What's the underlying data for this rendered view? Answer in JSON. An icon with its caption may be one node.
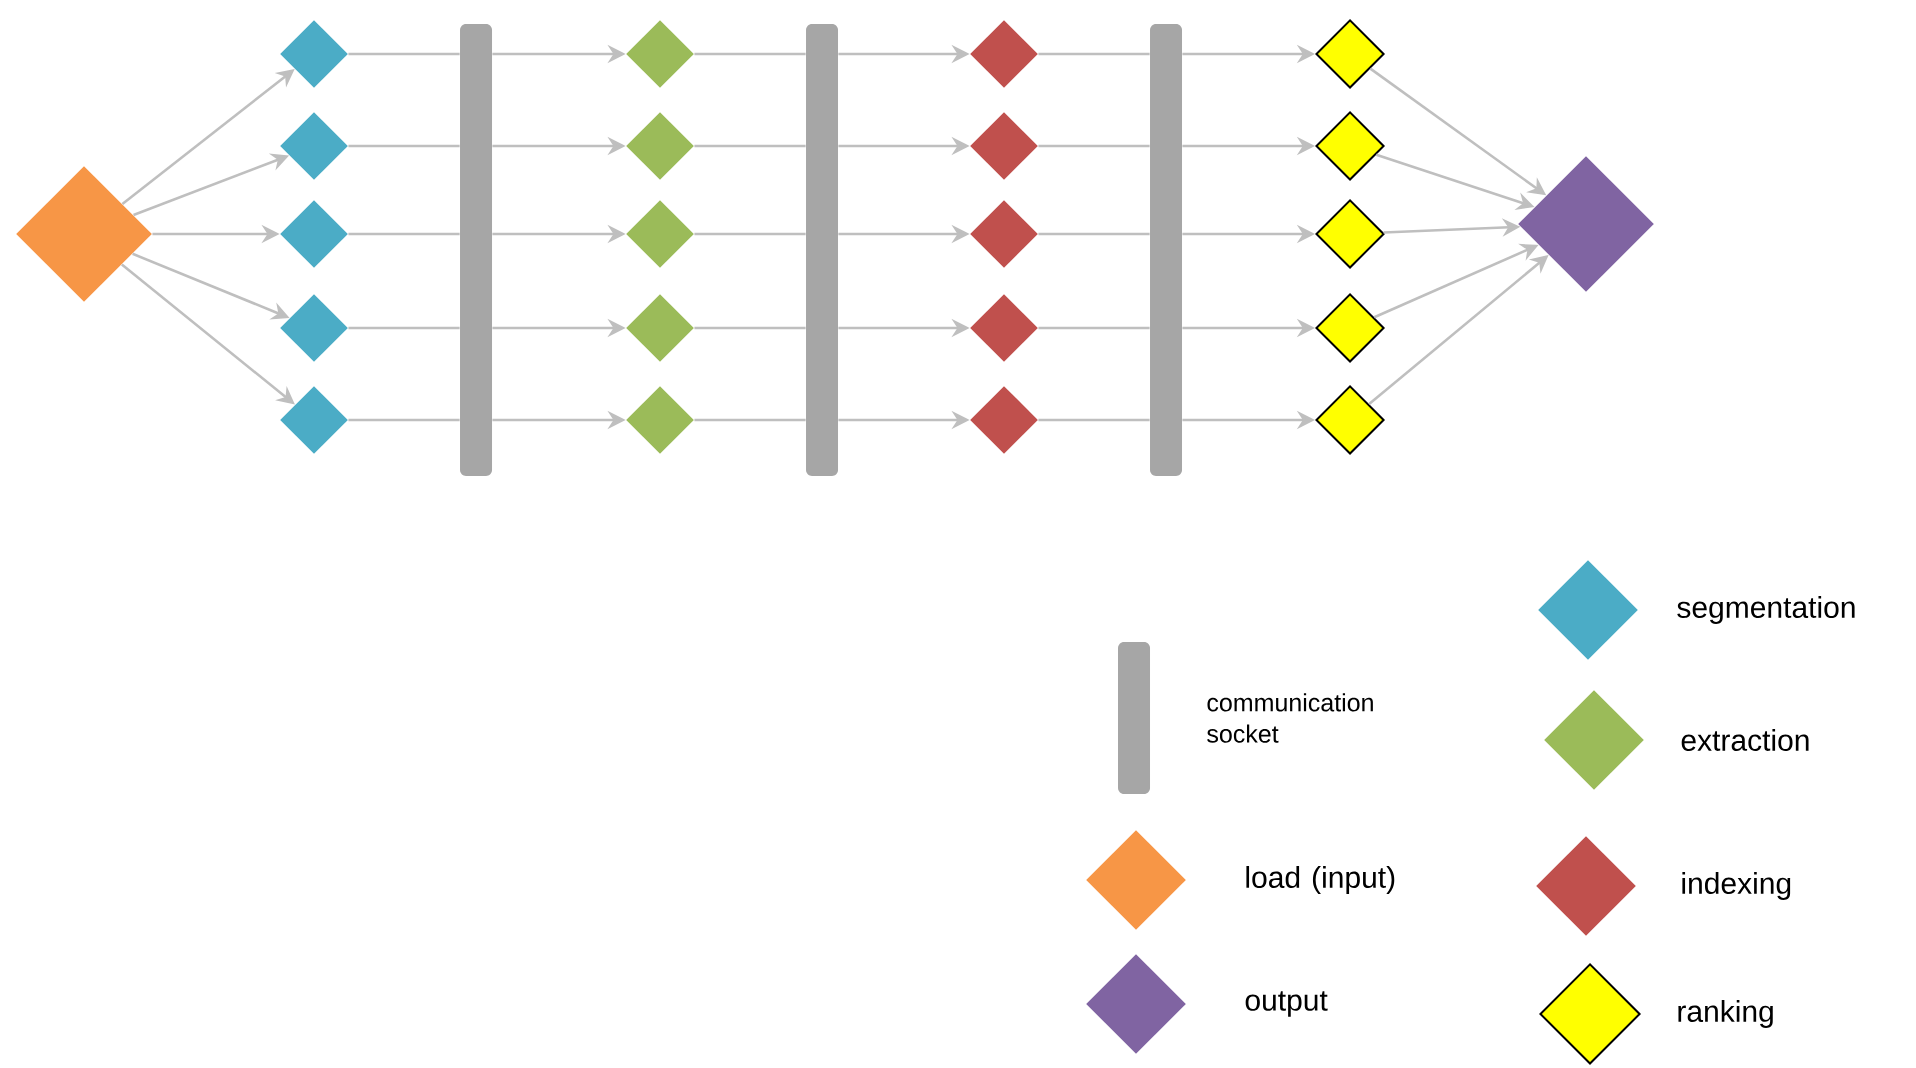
{
  "diagram": {
    "nodes": [
      {
        "text": [],
        "shape": "diamond"
      },
      {
        "text": [],
        "shape": "diamond"
      },
      {
        "text": [],
        "shape": "diamond"
      },
      {
        "text": [],
        "shape": "diamond"
      },
      {
        "text": [],
        "shape": "diamond"
      },
      {
        "text": [],
        "shape": "diamond"
      },
      {
        "text": [],
        "shape": "bar"
      },
      {
        "text": [],
        "shape": "diamond"
      },
      {
        "text": [],
        "shape": "diamond"
      },
      {
        "text": [],
        "shape": "diamond"
      },
      {
        "text": [],
        "shape": "diamond"
      },
      {
        "text": [],
        "shape": "diamond"
      },
      {
        "text": [],
        "shape": "bar"
      },
      {
        "text": [],
        "shape": "diamond"
      },
      {
        "text": [],
        "shape": "diamond"
      },
      {
        "text": [],
        "shape": "diamond"
      },
      {
        "text": [],
        "shape": "diamond"
      },
      {
        "text": [],
        "shape": "diamond"
      },
      {
        "text": [],
        "shape": "bar"
      },
      {
        "text": [],
        "shape": "diamond"
      },
      {
        "text": [],
        "shape": "diamond"
      },
      {
        "text": [],
        "shape": "diamond"
      },
      {
        "text": [],
        "shape": "diamond"
      },
      {
        "text": [],
        "shape": "diamond"
      },
      {
        "text": [],
        "shape": "diamond"
      }
    ],
    "edges": [
      {
        "from": 0,
        "to": 1,
        "arrow": "to"
      },
      {
        "from": 0,
        "to": 2,
        "arrow": "to"
      },
      {
        "from": 0,
        "to": 3,
        "arrow": "to"
      },
      {
        "from": 0,
        "to": 4,
        "arrow": "to"
      },
      {
        "from": 0,
        "to": 5,
        "arrow": "to"
      },
      {
        "from": 1,
        "to": 6,
        "arrow": "none"
      },
      {
        "from": 2,
        "to": 6,
        "arrow": "none"
      },
      {
        "from": 3,
        "to": 6,
        "arrow": "none"
      },
      {
        "from": 4,
        "to": 6,
        "arrow": "none"
      },
      {
        "from": 5,
        "to": 6,
        "arrow": "none"
      },
      {
        "from": 6,
        "to": 7,
        "arrow": "to"
      },
      {
        "from": 6,
        "to": 8,
        "arrow": "to"
      },
      {
        "from": 6,
        "to": 9,
        "arrow": "to"
      },
      {
        "from": 6,
        "to": 10,
        "arrow": "to"
      },
      {
        "from": 6,
        "to": 11,
        "arrow": "to"
      },
      {
        "from": 7,
        "to": 12,
        "arrow": "none"
      },
      {
        "from": 8,
        "to": 12,
        "arrow": "none"
      },
      {
        "from": 9,
        "to": 12,
        "arrow": "none"
      },
      {
        "from": 10,
        "to": 12,
        "arrow": "none"
      },
      {
        "from": 11,
        "to": 12,
        "arrow": "none"
      },
      {
        "from": 12,
        "to": 13,
        "arrow": "to"
      },
      {
        "from": 12,
        "to": 14,
        "arrow": "to"
      },
      {
        "from": 12,
        "to": 15,
        "arrow": "to"
      },
      {
        "from": 12,
        "to": 16,
        "arrow": "to"
      },
      {
        "from": 12,
        "to": 17,
        "arrow": "to"
      },
      {
        "from": 13,
        "to": 18,
        "arrow": "none"
      },
      {
        "from": 14,
        "to": 18,
        "arrow": "none"
      },
      {
        "from": 15,
        "to": 18,
        "arrow": "none"
      },
      {
        "from": 16,
        "to": 18,
        "arrow": "none"
      },
      {
        "from": 17,
        "to": 18,
        "arrow": "none"
      },
      {
        "from": 18,
        "to": 19,
        "arrow": "to"
      },
      {
        "from": 18,
        "to": 20,
        "arrow": "to"
      },
      {
        "from": 18,
        "to": 21,
        "arrow": "to"
      },
      {
        "from": 18,
        "to": 22,
        "arrow": "to"
      },
      {
        "from": 18,
        "to": 23,
        "arrow": "to"
      },
      {
        "from": 19,
        "to": 24,
        "arrow": "to"
      },
      {
        "from": 20,
        "to": 24,
        "arrow": "to"
      },
      {
        "from": 21,
        "to": 24,
        "arrow": "to"
      },
      {
        "from": 22,
        "to": 24,
        "arrow": "to"
      },
      {
        "from": 23,
        "to": 24,
        "arrow": "to"
      }
    ],
    "legend": [
      {
        "text": "segmentation",
        "color": "#4bacc6"
      },
      {
        "text": "communication socket",
        "color": "#a6a6a6"
      },
      {
        "text": "extraction",
        "color": "#9bbb59"
      },
      {
        "text": "load (input)",
        "color": "#f79646"
      },
      {
        "text": "indexing",
        "color": "#c0504d"
      },
      {
        "text": "output",
        "color": "#8064a2"
      },
      {
        "text": "ranking",
        "color": "#ffff00"
      }
    ]
  }
}
